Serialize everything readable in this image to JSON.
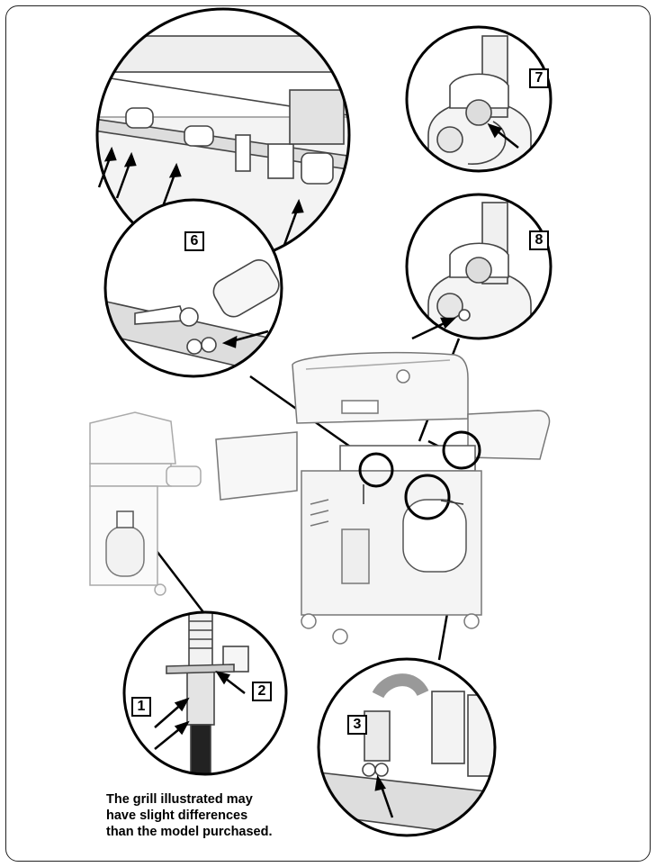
{
  "steps": [
    "1",
    "2",
    "3",
    "6",
    "7",
    "8"
  ],
  "note": {
    "line1": "The grill illustrated may",
    "line2": "have slight differences",
    "line3": "than the model purchased."
  }
}
